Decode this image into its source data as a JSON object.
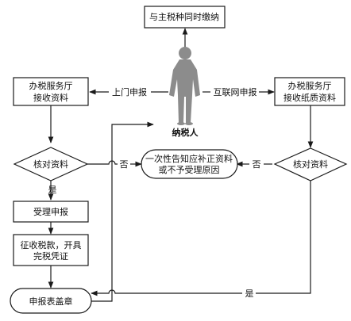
{
  "nodes": {
    "concurrent_pay": "与主税种同时缴纳",
    "taxpayer": "纳税人",
    "hall_receive_1": "办税服务厅",
    "hall_receive_2": "接收资料",
    "hall_paper_1": "办税服务厅",
    "hall_paper_2": "接收纸质资料",
    "verify_left": "核对资料",
    "verify_right": "核对资料",
    "notify_1": "一次性告知应补正资料",
    "notify_2": "或不予受理原因",
    "accept": "受理申报",
    "collect_1": "征收税款，开具",
    "collect_2": "完税凭证",
    "seal": "申报表盖章"
  },
  "edge_labels": {
    "onsite": "上门申报",
    "online": "互联网申报",
    "no_left": "否",
    "no_right": "否",
    "yes_left": "是",
    "yes_right": "是"
  },
  "colors": {
    "line": "#1a1a1a",
    "person": "#8c8c8c"
  }
}
